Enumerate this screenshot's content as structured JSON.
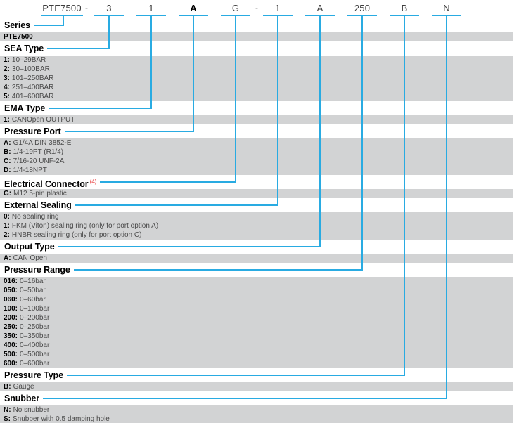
{
  "ordering_code": {
    "separator": "-",
    "segments": [
      {
        "text": "PTE7500",
        "bold": false
      },
      {
        "text": "3",
        "bold": false
      },
      {
        "text": "1",
        "bold": false
      },
      {
        "text": "A",
        "bold": true
      },
      {
        "text": "G",
        "bold": false
      },
      {
        "text": "1",
        "bold": false
      },
      {
        "text": "A",
        "bold": false
      },
      {
        "text": "250",
        "bold": false
      },
      {
        "text": "B",
        "bold": false
      },
      {
        "text": "N",
        "bold": false
      }
    ]
  },
  "sections": [
    {
      "title": "Series",
      "options": [
        {
          "key": "PTE7500",
          "desc": ""
        }
      ]
    },
    {
      "title": "SEA Type",
      "options": [
        {
          "key": "1:",
          "desc": "10–29BAR"
        },
        {
          "key": "2:",
          "desc": "30–100BAR"
        },
        {
          "key": "3:",
          "desc": "101–250BAR"
        },
        {
          "key": "4:",
          "desc": "251–400BAR"
        },
        {
          "key": "5:",
          "desc": "401–600BAR"
        }
      ]
    },
    {
      "title": "EMA Type",
      "options": [
        {
          "key": "1:",
          "desc": "CANOpen OUTPUT"
        }
      ]
    },
    {
      "title": "Pressure Port",
      "options": [
        {
          "key": "A:",
          "desc": "G1/4A DIN 3852-E"
        },
        {
          "key": "B:",
          "desc": "1/4-19PT (R1/4)"
        },
        {
          "key": "C:",
          "desc": "7/16-20 UNF-2A"
        },
        {
          "key": "D:",
          "desc": "1/4-18NPT"
        }
      ]
    },
    {
      "title": "Electrical Connector",
      "note": "(4)",
      "options": [
        {
          "key": "G:",
          "desc": "M12 5-pin plastic"
        }
      ]
    },
    {
      "title": "External Sealing",
      "options": [
        {
          "key": "0:",
          "desc": "No sealing ring"
        },
        {
          "key": "1:",
          "desc": "FKM (Viton) sealing ring (only for port option A)"
        },
        {
          "key": "2:",
          "desc": "HNBR sealing ring (only for port option C)"
        }
      ]
    },
    {
      "title": "Output Type",
      "options": [
        {
          "key": "A:",
          "desc": "CAN Open"
        }
      ]
    },
    {
      "title": "Pressure Range",
      "options": [
        {
          "key": "016:",
          "desc": "0–16bar"
        },
        {
          "key": "050:",
          "desc": "0–50bar"
        },
        {
          "key": "060:",
          "desc": "0–60bar"
        },
        {
          "key": "100:",
          "desc": "0–100bar"
        },
        {
          "key": "200:",
          "desc": "0–200bar"
        },
        {
          "key": "250:",
          "desc": "0–250bar"
        },
        {
          "key": "350:",
          "desc": "0–350bar"
        },
        {
          "key": "400:",
          "desc": "0–400bar"
        },
        {
          "key": "500:",
          "desc": "0–500bar"
        },
        {
          "key": "600:",
          "desc": "0–600bar"
        }
      ]
    },
    {
      "title": "Pressure Type",
      "options": [
        {
          "key": "B:",
          "desc": "Gauge"
        }
      ]
    },
    {
      "title": "Snubber",
      "options": [
        {
          "key": "N:",
          "desc": "No snubber"
        },
        {
          "key": "S:",
          "desc": "Snubber with 0.5 damping hole"
        }
      ]
    }
  ],
  "colors": {
    "accent": "#29abe2",
    "row_bg": "#d2d3d4",
    "note": "#ee6e6e"
  }
}
